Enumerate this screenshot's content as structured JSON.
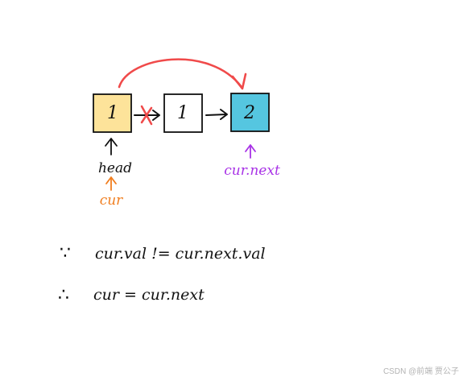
{
  "nodes": [
    {
      "value": "1",
      "fill": "#fde39a"
    },
    {
      "value": "1",
      "fill": "#ffffff"
    },
    {
      "value": "2",
      "fill": "#55c6e0"
    }
  ],
  "labels": {
    "head": "head",
    "cur": "cur",
    "cur_next": "cur.next"
  },
  "formulas": {
    "because_symbol": "∵",
    "condition": "cur.val != cur.next.val",
    "therefore_symbol": "∴",
    "assignment": "cur = cur.next"
  },
  "colors": {
    "ink": "#111111",
    "arc": "#f04a4a",
    "cur": "#f07d1e",
    "cur_next": "#a832e6"
  },
  "watermark": "CSDN @前端 贾公子"
}
